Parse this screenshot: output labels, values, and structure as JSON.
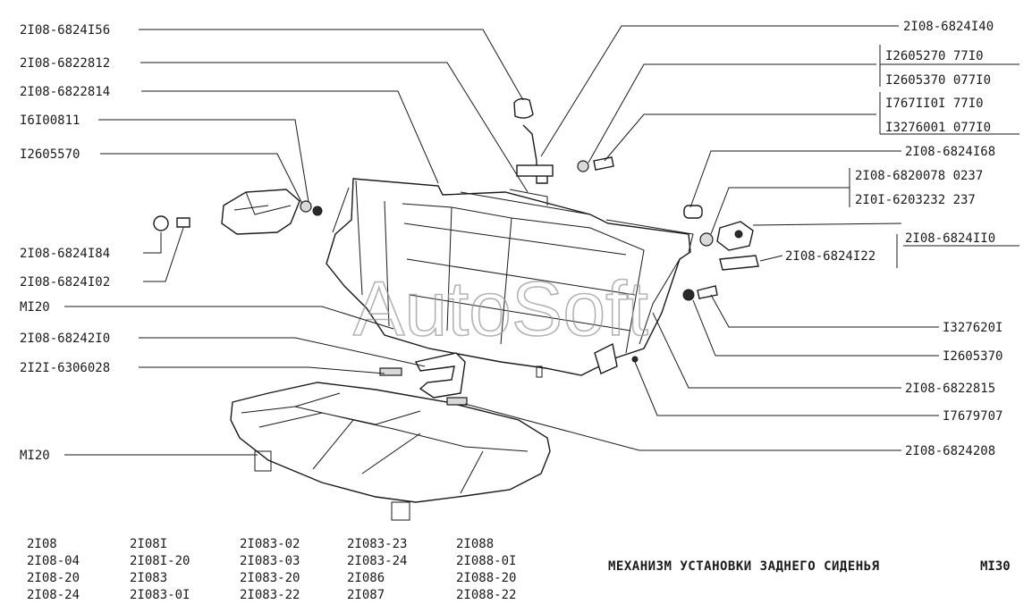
{
  "watermark": "AutoSoft",
  "labels_left": [
    "2I08-6824I56",
    "2I08-6822812",
    "2I08-6822814",
    "I6I00811",
    "I2605570",
    "2I08-6824I84",
    "2I08-6824I02",
    "MI20",
    "2I08-68242I0",
    "2I2I-6306028",
    "MI20"
  ],
  "labels_right": {
    "top": "2I08-6824I40",
    "group1": [
      "I2605270  77I0",
      "I2605370 077I0"
    ],
    "group2": [
      "I767II0I  77I0",
      "I3276001 077I0"
    ],
    "l168": "2I08-6824I68",
    "group3": [
      "2I08-6820078 0237",
      "2I0I-6203232  237"
    ],
    "l110": "2I08-6824II0",
    "l122": "2I08-6824I22",
    "l3276": "I327620I",
    "l2605": "I2605370",
    "l815": "2I08-6822815",
    "l1767": "I7679707",
    "l208": "2I08-6824208"
  },
  "models": [
    [
      "2I08",
      "2I08-04",
      "2I08-20",
      "2I08-24"
    ],
    [
      "2I08I",
      "2I08I-20",
      "2I083",
      "2I083-0I"
    ],
    [
      "2I083-02",
      "2I083-03",
      "2I083-20",
      "2I083-22"
    ],
    [
      "2I083-23",
      "2I083-24",
      "2I086",
      "2I087"
    ],
    [
      "2I088",
      "2I088-0I",
      "2I088-20",
      "2I088-22"
    ]
  ],
  "footer": {
    "title": "МЕХАНИЗМ УСТАНОВКИ ЗАДНЕГО СИДЕНЬЯ",
    "sheet": "MI30"
  }
}
